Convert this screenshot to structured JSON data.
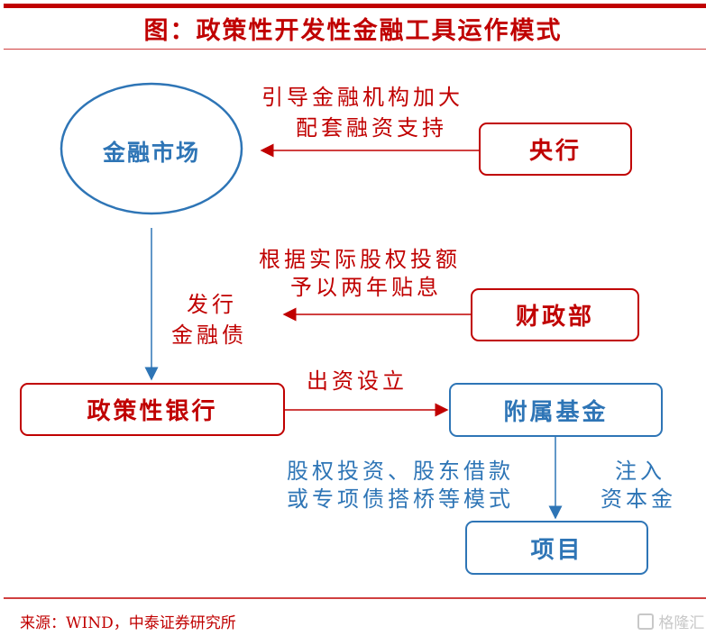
{
  "title": "图：政策性开发性金融工具运作模式",
  "nodes": {
    "market": "金融市场",
    "central_bank": "央行",
    "finance_ministry": "财政部",
    "policy_bank": "政策性银行",
    "subsidiary_fund": "附属基金",
    "project": "项目"
  },
  "edges": {
    "central_bank_line1": "引导金融机构加大",
    "central_bank_line2": "配套融资支持",
    "ministry_line1": "根据实际股权投额",
    "ministry_line2": "予以两年贴息",
    "bond_line1": "发行",
    "bond_line2": "金融债",
    "establish": "出资设立",
    "mode_line1": "股权投资、股东借款",
    "mode_line2": "或专项债搭桥等模式",
    "inject_line1": "注入",
    "inject_line2": "资本金"
  },
  "source": "来源：WIND，中泰证券研究所",
  "watermark": "格隆汇",
  "colors": {
    "red": "#c00000",
    "blue": "#2e75b6"
  }
}
